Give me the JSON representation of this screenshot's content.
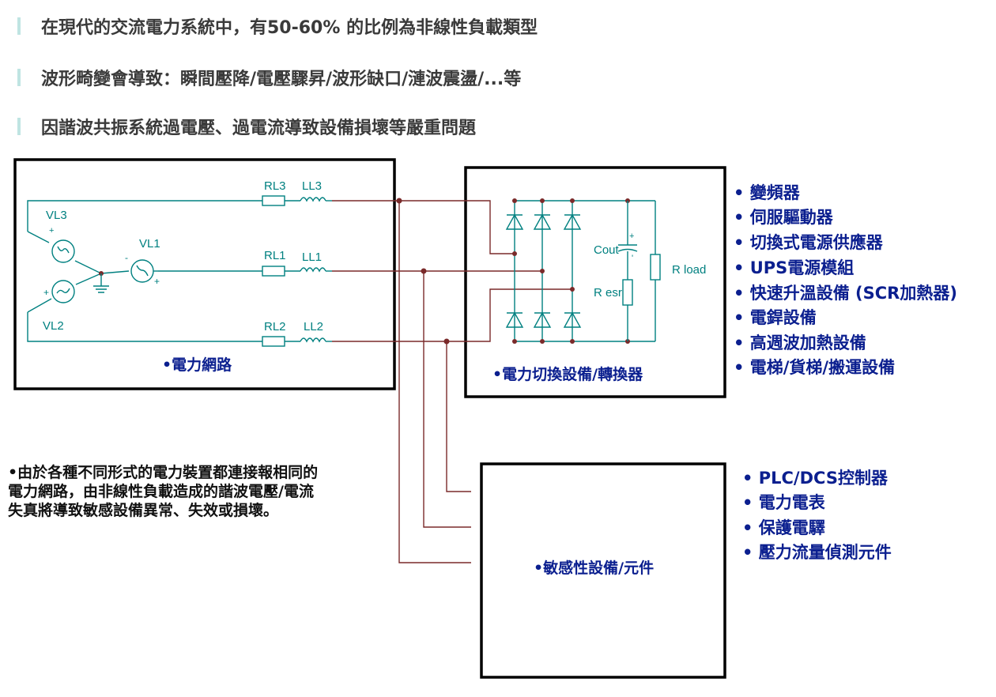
{
  "header_bullets": [
    "在現代的交流電力系統中，有50-60% 的比例為非線性負載類型",
    "波形畸變會導致：瞬間壓降/電壓驟昇/波形缺口/漣波震盪/...等",
    "因諧波共振系統過電壓、過電流導致設備損壞等嚴重問題"
  ],
  "network_box": {
    "label": "•電力網路",
    "components": {
      "rl3": "RL3",
      "ll3": "LL3",
      "rl1": "RL1",
      "ll1": "LL1",
      "rl2": "RL2",
      "ll2": "LL2",
      "vl1": "VL1",
      "vl2": "VL2",
      "vl3": "VL3"
    }
  },
  "converter_box": {
    "label": "•電力切換設備/轉換器",
    "components": {
      "cout": "Cout",
      "resr": "R esr",
      "rload": "R load"
    }
  },
  "converter_list": [
    "• 變頻器",
    "• 伺服驅動器",
    "• 切換式電源供應器",
    "• UPS電源模組",
    "• 快速升溫設備 (SCR加熱器)",
    "• 電銲設備",
    "• 高週波加熱設備",
    "• 電梯/貨梯/搬運設備"
  ],
  "sensitive_box": {
    "label": "•敏感性設備/元件"
  },
  "sensitive_list": [
    "• PLC/DCS控制器",
    "• 電力電表",
    "• 保護電驛",
    "• 壓力流量偵測元件"
  ],
  "note_lines": [
    "•由於各種不同形式的電力裝置都連接報相同的",
    "電力網路，由非線性負載造成的諧波電壓/電流",
    "失真將導致敏感設備異常、失效或損壞。"
  ]
}
